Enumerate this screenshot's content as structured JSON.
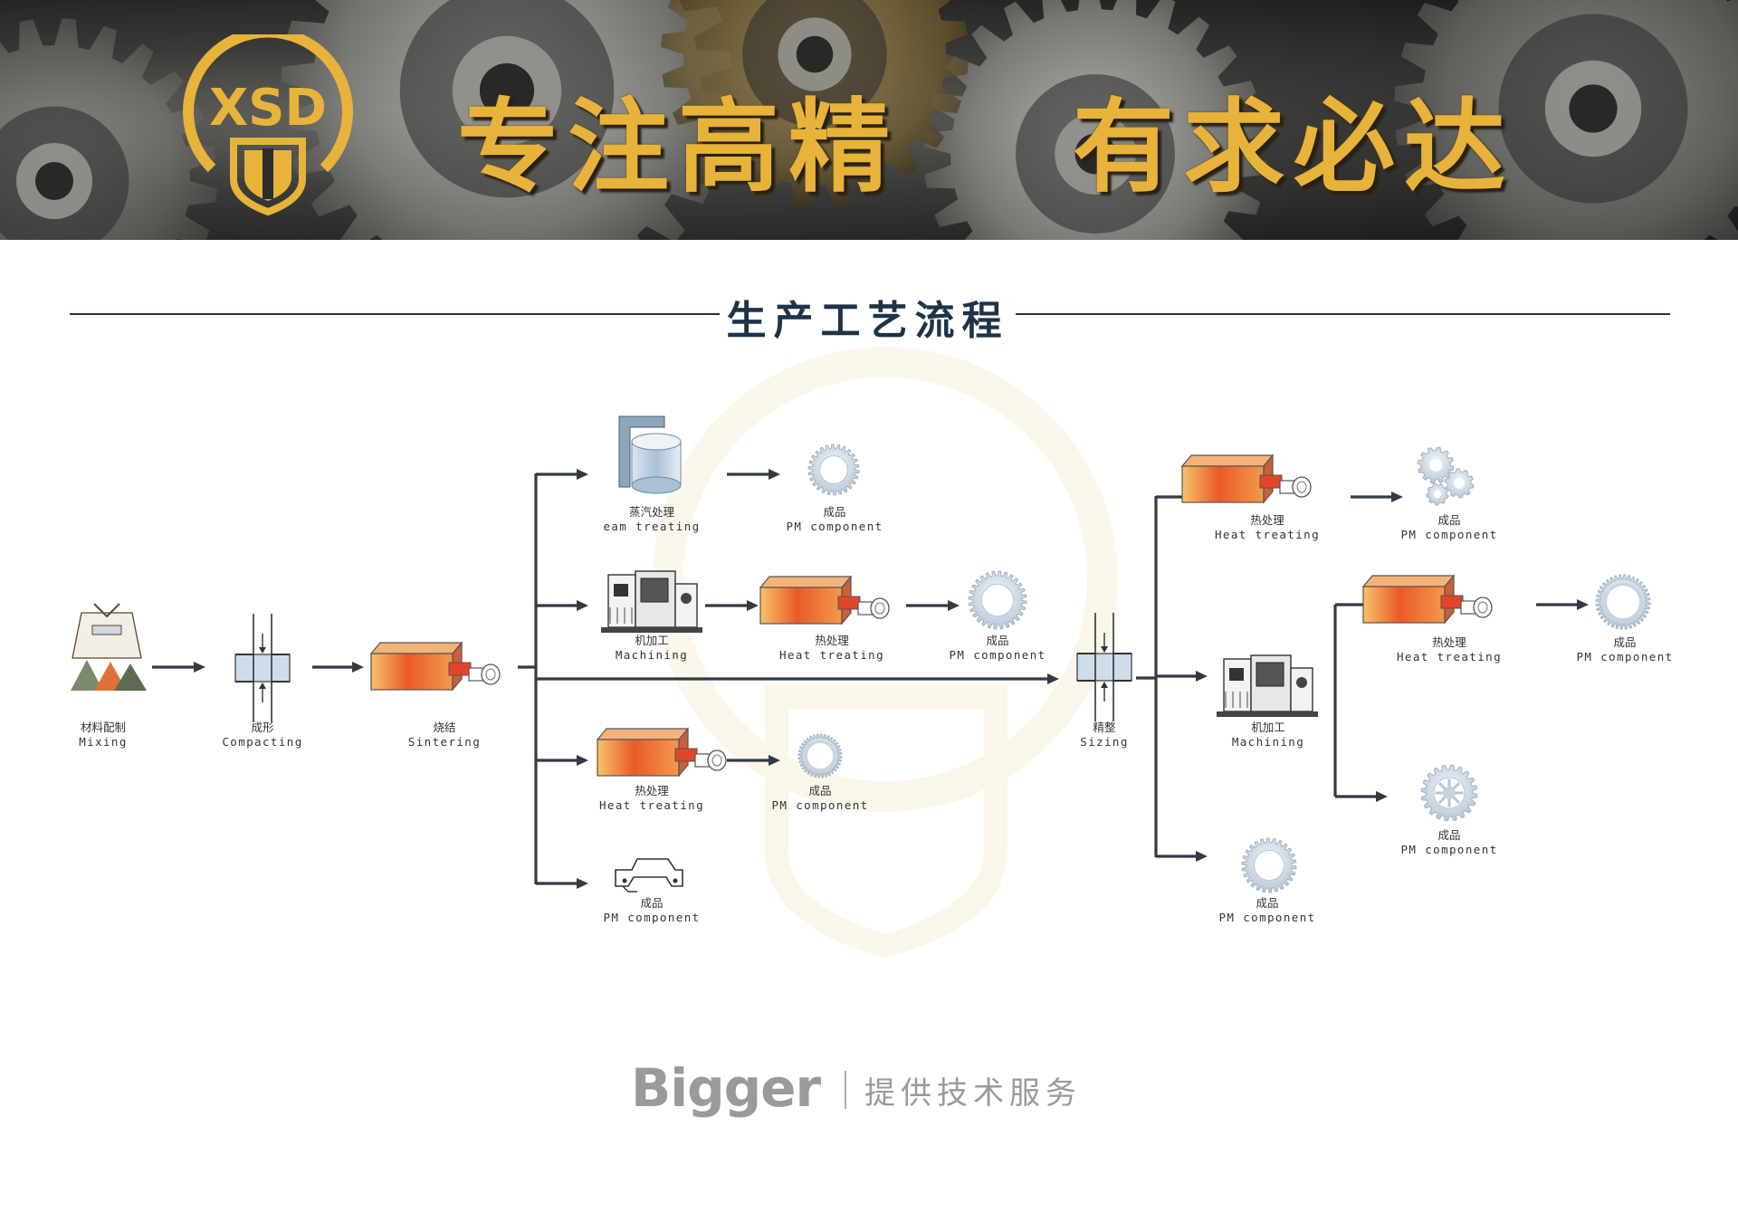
{
  "banner": {
    "logo_text": "XSD",
    "slogan_left": "专注高精",
    "slogan_right": "有求必达",
    "accent_color": "#e8b33b"
  },
  "section_title": "生产工艺流程",
  "nodes": {
    "mixing": {
      "zh": "材料配制",
      "en": "Mixing",
      "icon": "mixer-powder-icon"
    },
    "compacting": {
      "zh": "成形",
      "en": "Compacting",
      "icon": "press-die-icon"
    },
    "sintering": {
      "zh": "烧结",
      "en": "Sintering",
      "icon": "furnace-icon"
    },
    "steam": {
      "zh": "蒸汽处理",
      "en": "eam treating",
      "icon": "steam-tank-icon"
    },
    "steam_pm": {
      "zh": "成品",
      "en": "PM component",
      "icon": "gear-icon"
    },
    "mach1": {
      "zh": "机加工",
      "en": "Machining",
      "icon": "machine-tool-icon"
    },
    "mach1_heat": {
      "zh": "热处理",
      "en": "Heat treating",
      "icon": "furnace-icon"
    },
    "mach1_pm": {
      "zh": "成品",
      "en": "PM component",
      "icon": "gear-icon"
    },
    "heat1": {
      "zh": "热处理",
      "en": "Heat treating",
      "icon": "furnace-icon"
    },
    "heat1_pm": {
      "zh": "成品",
      "en": "PM component",
      "icon": "ring-gear-icon"
    },
    "pm_direct": {
      "zh": "成品",
      "en": "PM component",
      "icon": "bracket-part-icon"
    },
    "sizing": {
      "zh": "精整",
      "en": "Sizing",
      "icon": "press-die-icon"
    },
    "size_heat": {
      "zh": "热处理",
      "en": "Heat treating",
      "icon": "furnace-icon"
    },
    "size_heat_pm": {
      "zh": "成品",
      "en": "PM component",
      "icon": "gear-cluster-icon"
    },
    "size_mach": {
      "zh": "机加工",
      "en": "Machining",
      "icon": "machine-tool-icon"
    },
    "size_mach_heat": {
      "zh": "热处理",
      "en": "Heat treating",
      "icon": "furnace-icon"
    },
    "size_mach_heat_pm": {
      "zh": "成品",
      "en": "PM component",
      "icon": "ring-gear-icon"
    },
    "size_mach_pm": {
      "zh": "成品",
      "en": "PM component",
      "icon": "sprocket-icon"
    },
    "size_pm": {
      "zh": "成品",
      "en": "PM component",
      "icon": "gear-icon"
    }
  },
  "footer": {
    "brand": "Bigger",
    "tagline": "提供技术服务"
  }
}
